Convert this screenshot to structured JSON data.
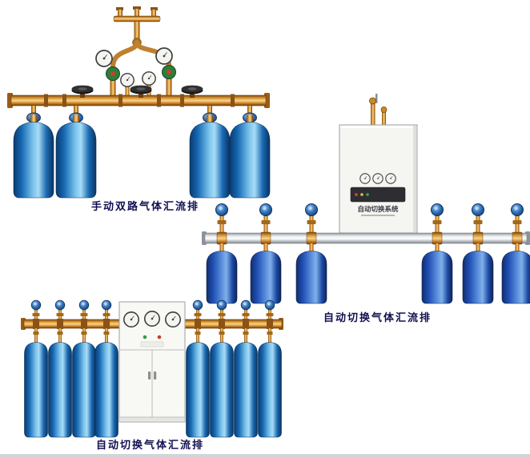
{
  "page": {
    "background_color": "#ffffff",
    "bottom_strip_color": "#d2d5d8"
  },
  "colors": {
    "caption": "#101050",
    "brass": "#c9832a",
    "silver": "#c4c8cc",
    "cylinder_blue": "#1565b0",
    "cylinder_royal_blue": "#2050b4",
    "valve_cap_blue": "#3273ba",
    "cabinet_white": "#f5f5f1"
  },
  "products": [
    {
      "id": "manual-dual-manifold",
      "caption": "手动双路气体汇流排",
      "cylinders": 4,
      "gauges": 4,
      "handwheel_valves": 3
    },
    {
      "id": "auto-switch-manifold",
      "caption": "自动切换气体汇流排",
      "cabinet_label": "自动切换系统",
      "cylinders": 6
    },
    {
      "id": "auto-switch-manifold-floor",
      "caption": "自动切换气体汇流排",
      "cylinders": 8,
      "gauges": 3
    }
  ]
}
